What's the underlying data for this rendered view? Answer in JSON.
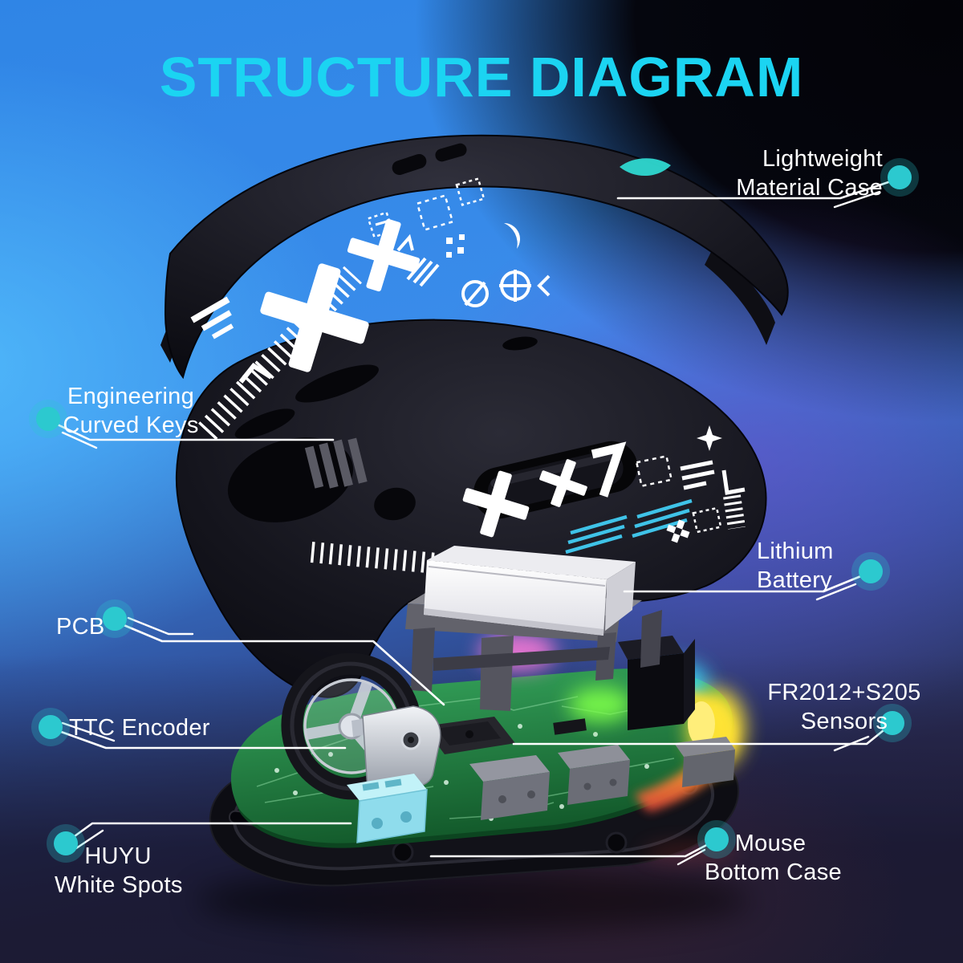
{
  "title": "STRUCTURE DIAGRAM",
  "labels": {
    "lightweight": {
      "line1": "Lightweight",
      "line2": "Material Case"
    },
    "curved_keys": {
      "line1": "Engineering",
      "line2": "Curved Keys"
    },
    "battery": {
      "line1": "Lithium",
      "line2": "Battery"
    },
    "pcb": {
      "line1": "PCB",
      "line2": ""
    },
    "sensors": {
      "line1": "FR2012+S205",
      "line2": "Sensors"
    },
    "encoder": {
      "line1": "TTC Encoder",
      "line2": ""
    },
    "huyu": {
      "line1": "HUYU",
      "line2": "White Spots"
    },
    "bottom_case": {
      "line1": "Mouse",
      "line2": "Bottom Case"
    }
  },
  "colors": {
    "title": "#1bd4f2",
    "callout_dot": "#2cc9cf",
    "callout_line": "#ffffff",
    "label_text": "#ffffff",
    "pcb_green": "#2a9a50",
    "rgb_yellow": "#ffe534"
  }
}
